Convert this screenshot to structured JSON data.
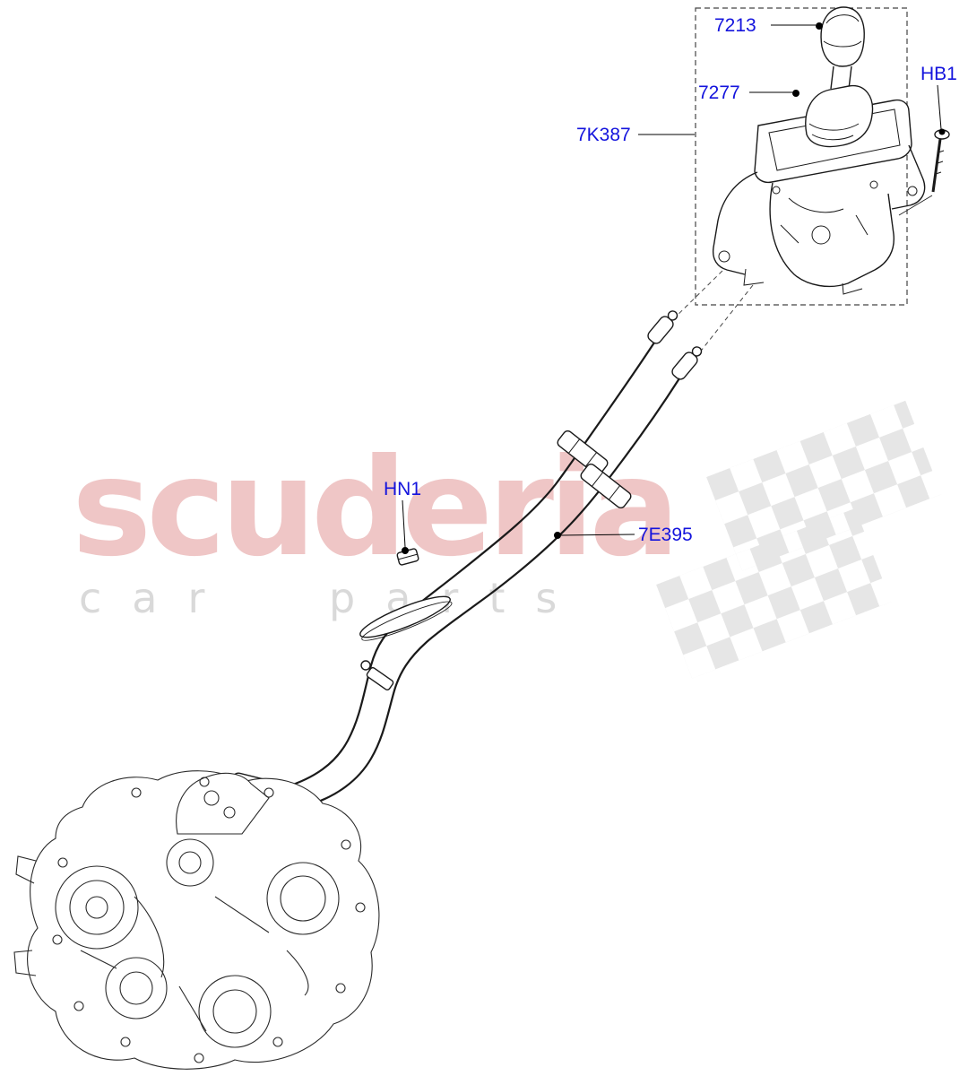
{
  "watermark": {
    "brand": "scuderia",
    "subtitle": "car parts",
    "brand_color": "#efc6c6",
    "subtitle_color": "#d9d9d9"
  },
  "labels": {
    "l7213": "7213",
    "l7277": "7277",
    "lHB1": "HB1",
    "l7K387": "7K387",
    "lHN1": "HN1",
    "l7E395": "7E395"
  },
  "label_color": "#1414dd",
  "diagram": {
    "description_parts": [
      "gear-shift-knob",
      "shift-boot",
      "shifter-housing-assembly",
      "shift-cables",
      "cable-bracket",
      "transmission"
    ]
  }
}
